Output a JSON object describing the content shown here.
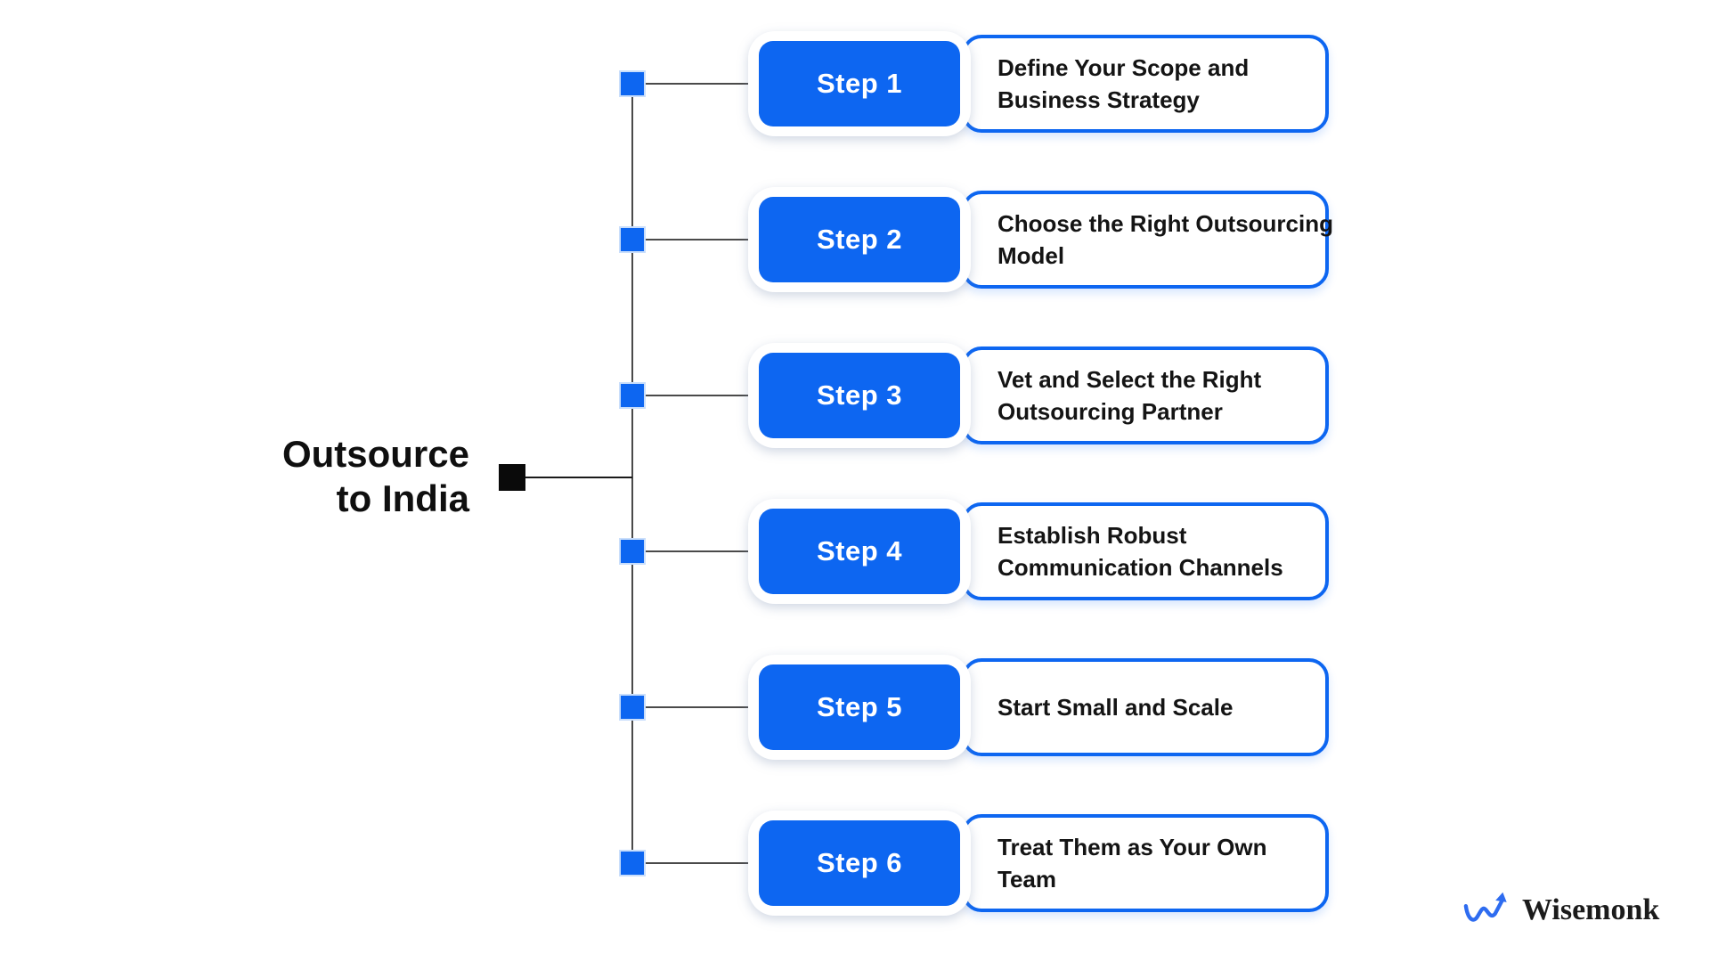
{
  "title": {
    "line1": "Outsource",
    "line2": "to India"
  },
  "steps": [
    {
      "label": "Step 1",
      "lines": [
        "Define Your Scope and",
        "Business Strategy"
      ]
    },
    {
      "label": "Step 2",
      "lines": [
        "Choose the Right Outsourcing",
        "Model"
      ]
    },
    {
      "label": "Step 3",
      "lines": [
        "Vet and Select the Right",
        "Outsourcing Partner"
      ]
    },
    {
      "label": "Step 4",
      "lines": [
        "Establish Robust",
        "Communication Channels"
      ]
    },
    {
      "label": "Step 5",
      "lines": [
        "Start Small and Scale"
      ]
    },
    {
      "label": "Step 6",
      "lines": [
        "Treat Them as Your Own",
        "Team"
      ]
    }
  ],
  "brand": {
    "name": "Wisemonk",
    "logo_icon": "wave-arrow-icon"
  },
  "colors": {
    "accent_blue": "#0d66f1",
    "logo_blue": "#2e6cf0",
    "connector_gray": "#4a4a4a",
    "text_black": "#141414",
    "node_halo": "#c9defb",
    "background": "#ffffff"
  }
}
